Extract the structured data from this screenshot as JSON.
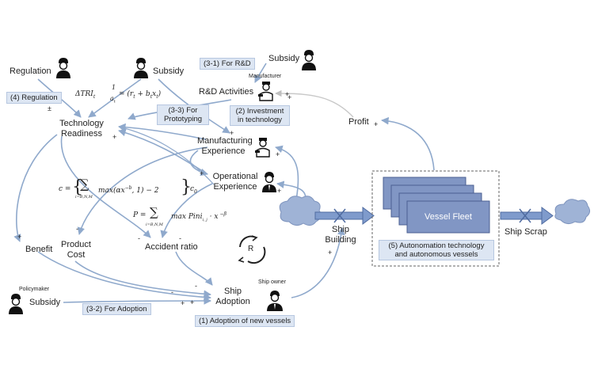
{
  "nodes": {
    "regulation": "Regulation",
    "subsidy_top": "Subsidy",
    "subsidy_rd": "Subsidy",
    "technology_readiness": "Technology Readiness",
    "rd_activities": "R&D Activities",
    "profit": "Profit",
    "manufacturing_experience": "Manufacturing Experience",
    "operational_experience": "Operational Experience",
    "benefit": "Benefit",
    "product_cost": "Product Cost",
    "accident_ratio": "Accident ratio",
    "ship_building": "Ship Building",
    "ship_adoption": "Ship Adoption",
    "subsidy_bottom": "Subsidy",
    "vessel_fleet": "Vessel Fleet",
    "ship_scrap": "Ship Scrap",
    "loop": "R"
  },
  "actors": {
    "manufacturer": "Manufacturer",
    "policymaker": "Policymaker",
    "ship_owner": "Ship owner"
  },
  "callouts": {
    "rd_subsidy": "(3-1) For R&D",
    "regulation": "(4) Regulation",
    "prototyping": "(3-3) For Prototyping",
    "investment": "(2) Investment in technology",
    "adoption_subsidy": "(3-2) For Adoption",
    "new_vessels": "(1) Adoption of new vessels",
    "autonomation": "(5) Autonomation technology and autonomous vessels"
  },
  "equations": {
    "tri_lhs": "ΔTRI",
    "tri_sub": "t",
    "tri_rhs": "= (r",
    "tri_rhs2": "+ b",
    "tri_rhs3": "x",
    "tri_rhs4": ")",
    "tri_frac_num": "1",
    "tri_frac_den": "a",
    "cost_c": "c = ",
    "cost_body": "max(αx",
    "cost_exp": "−b",
    "cost_tail": ", 1) − 2",
    "cost_c0": "c",
    "cost_sum_sub": "i=B,N,M",
    "acc_p": "P = ",
    "acc_body": "max Pini",
    "acc_sub": "i, j",
    "acc_tail": "· x",
    "acc_exp": "−β",
    "acc_sum_sub": "i=B,N,M"
  },
  "signs": {
    "plus": "+",
    "minus": "-",
    "plusminus": "±"
  },
  "colors": {
    "arrow": "#8fa9cc",
    "box_fill": "#dde6f3",
    "fleet_fill": "#8196c4",
    "fleet_edge": "#4a5f92",
    "cloud": "#9fb3d6",
    "flow": "#6f8ec4"
  }
}
